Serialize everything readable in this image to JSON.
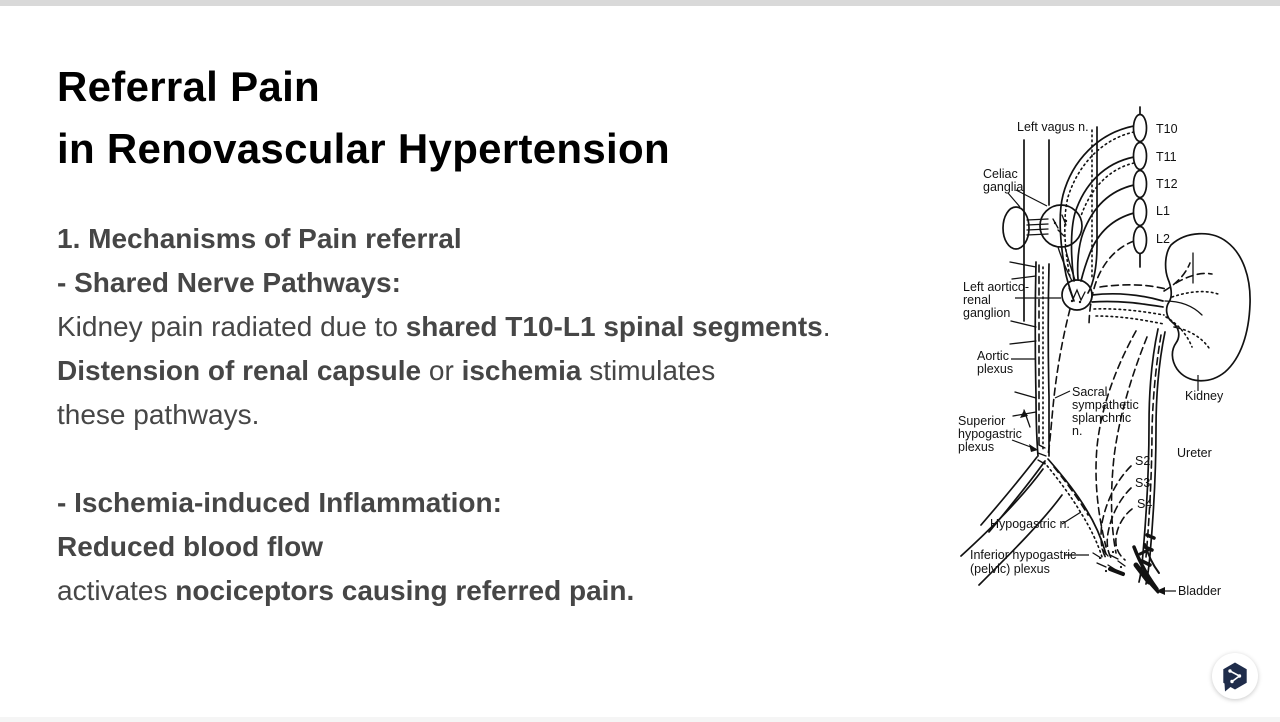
{
  "content": {
    "heading": [
      "Referral Pain",
      "in Renovascular Hypertension"
    ],
    "para1": {
      "l1": "1. Mechanisms of Pain referral",
      "l2": "- Shared Nerve Pathways:",
      "l3": [
        "Kidney pain radiated due to ",
        "shared T10-L1 spinal segments",
        "."
      ],
      "l4": [
        "Distension of renal capsule",
        " or ",
        "ischemia",
        " stimulates"
      ],
      "l5": "these pathways."
    },
    "para2": {
      "l1": "- Ischemia-induced Inflammation:",
      "l2": "Reduced blood flow",
      "l3": [
        "activates ",
        "nociceptors causing referred pain."
      ]
    }
  },
  "diagram": {
    "labels": {
      "left_vagus": "Left vagus n.",
      "celiac_ganglia": [
        "Celiac",
        "ganglia"
      ],
      "spinal_segments": [
        "T10",
        "T11",
        "T12",
        "L1",
        "L2"
      ],
      "aortico_renal_ganglion": [
        "Left aortico-",
        "renal",
        "ganglion"
      ],
      "aortic_plexus": [
        "Aortic",
        "plexus"
      ],
      "sacral_splanchnic": [
        "Sacral",
        "sympathetic",
        "splanchnic",
        "n."
      ],
      "superior_hypogastric": [
        "Superior",
        "hypogastric",
        "plexus"
      ],
      "kidney": "Kidney",
      "ureter": "Ureter",
      "sacral_nerves": [
        "S2",
        "S3",
        "S4"
      ],
      "hypogastric_n": "Hypogastric n.",
      "inferior_hypogastric": [
        "Inferior hypogastric",
        "(pelvic) plexus"
      ],
      "bladder": "Bladder"
    }
  },
  "branding": {
    "logo_icon": "share-hexagon-icon"
  },
  "colors": {
    "title": "#000000",
    "body_text": "#464646",
    "topbar": "#d9d9d9",
    "logo_navy": "#1f2c4a",
    "background": "#ffffff"
  }
}
